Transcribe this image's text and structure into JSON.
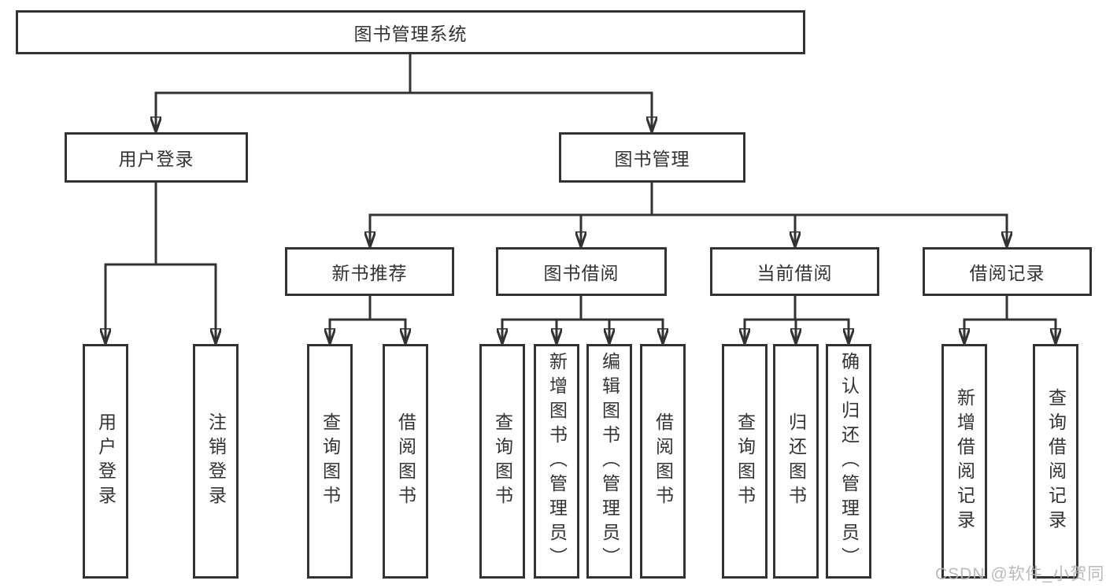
{
  "tree": {
    "label": "图书管理系统",
    "children": [
      {
        "label": "用户登录",
        "children": [
          {
            "label": "用户登录"
          },
          {
            "label": "注销登录"
          }
        ]
      },
      {
        "label": "图书管理",
        "children": [
          {
            "label": "新书推荐",
            "children": [
              {
                "label": "查询图书"
              },
              {
                "label": "借阅图书"
              }
            ]
          },
          {
            "label": "图书借阅",
            "children": [
              {
                "label": "查询图书"
              },
              {
                "label": "新增图书（管理员）"
              },
              {
                "label": "编辑图书（管理员）"
              },
              {
                "label": "借阅图书"
              }
            ]
          },
          {
            "label": "当前借阅",
            "children": [
              {
                "label": "查询图书"
              },
              {
                "label": "归还图书"
              },
              {
                "label": "确认归还（管理员）"
              }
            ]
          },
          {
            "label": "借阅记录",
            "children": [
              {
                "label": "新增借阅记录"
              },
              {
                "label": "查询借阅记录"
              }
            ]
          }
        ]
      }
    ]
  },
  "watermark": {
    "text": "CSDN @软件_小贺同学"
  },
  "colors": {
    "line": "#333333",
    "box_border": "#333333",
    "text": "#333333",
    "background": "#ffffff",
    "watermark": "#b4b4b4"
  }
}
